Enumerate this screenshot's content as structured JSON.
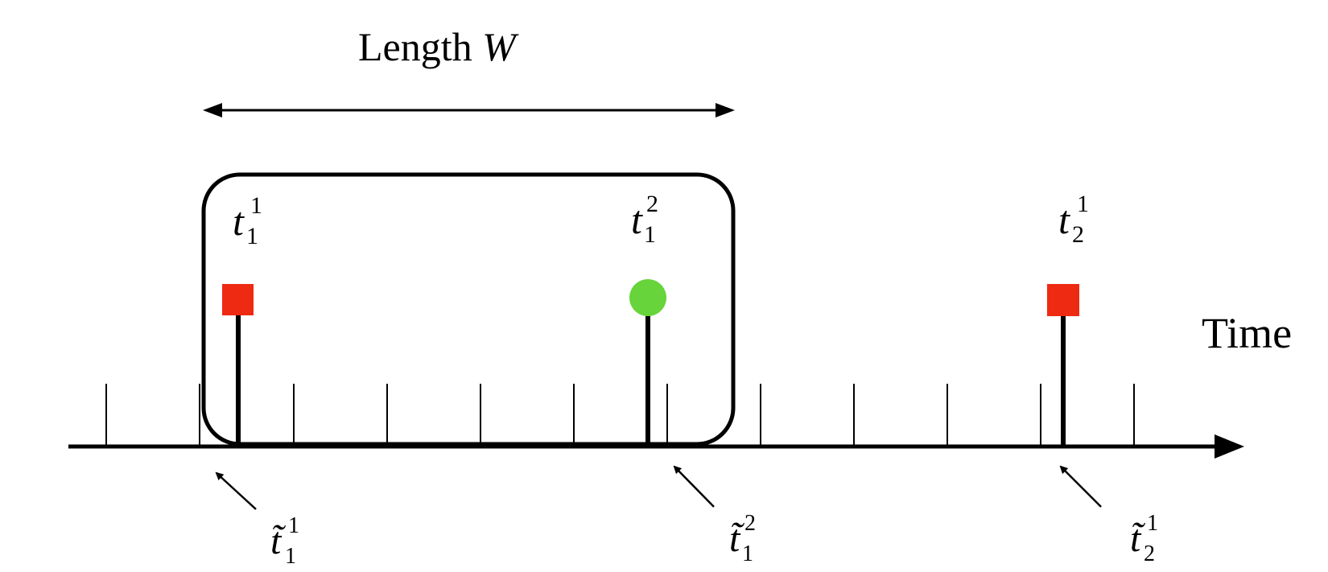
{
  "title": {
    "prefix": "Length ",
    "symbol": "W"
  },
  "axis": {
    "label": "Time"
  },
  "events": [
    {
      "id": "t1-1",
      "base": "t",
      "sub": "1",
      "sup": "1",
      "marker": "square",
      "color": "#ee2a12"
    },
    {
      "id": "t1-2",
      "base": "t",
      "sub": "1",
      "sup": "2",
      "marker": "circle",
      "color": "#66d43a"
    },
    {
      "id": "t2-1",
      "base": "t",
      "sub": "2",
      "sup": "1",
      "marker": "square",
      "color": "#ee2a12"
    }
  ],
  "discretized_events": [
    {
      "id": "tt1-1",
      "base": "t̃",
      "sub": "1",
      "sup": "1"
    },
    {
      "id": "tt1-2",
      "base": "t̃",
      "sub": "1",
      "sup": "2"
    },
    {
      "id": "tt2-1",
      "base": "t̃",
      "sub": "2",
      "sup": "1"
    }
  ]
}
